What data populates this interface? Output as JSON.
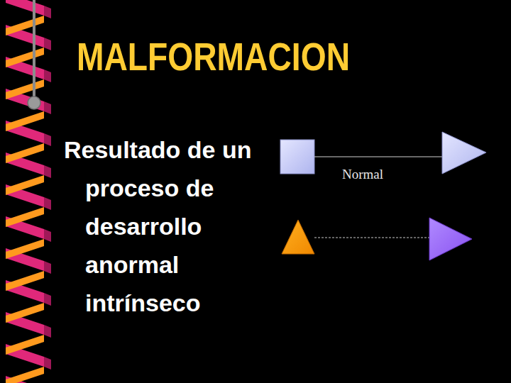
{
  "diagram": {
    "title": "MALFORMACION",
    "labels": [
      "Resultado de un proceso de desarrollo anormal intrínseco",
      "Normal"
    ]
  }
}
